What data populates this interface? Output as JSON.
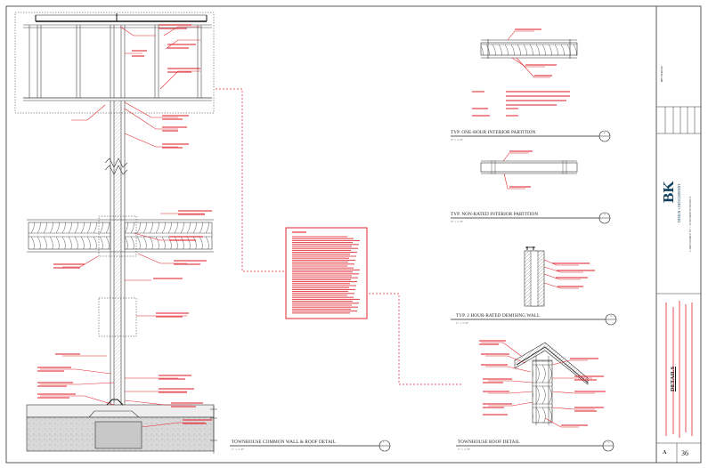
{
  "details": [
    {
      "id": "common-wall",
      "title": "TOWNHOUSE COMMON WALL & ROOF DETAIL",
      "scale": "1\" = 1'-0\"",
      "detail_no": "1"
    },
    {
      "id": "one-hour-partition",
      "title": "TYP. ONE-HOUR INTERIOR PARTITION",
      "scale": "3\" = 1'-0\"",
      "detail_no": "2"
    },
    {
      "id": "non-rated-partition",
      "title": "TYP. NON-RATED INTERIOR PARTITION",
      "scale": "3\" = 1'-0\"",
      "detail_no": "3"
    },
    {
      "id": "demising-wall",
      "title": "TYP. 2 HOUR-RATED DEMISING WALL",
      "scale": "1\" = 1'-0\"",
      "detail_no": "4"
    },
    {
      "id": "roof-detail",
      "title": "TOWNHOUSE ROOF DETAIL",
      "scale": "1\" = 1'-0\"",
      "detail_no": "5"
    }
  ],
  "title_block": {
    "logo": "BK",
    "logo_sub": "DESIGN + DEVELOPMENT",
    "project": "1-3600 SAMPLE ST — TOWNHOUSE PROJECT",
    "revisions_label": "REVISIONS",
    "sheet_name": "DETAILS",
    "sheet_number": "36",
    "revision": "A"
  },
  "colors": {
    "markup": "#e0262e",
    "linework": "#3a3a3a",
    "logo": "#14405f"
  }
}
